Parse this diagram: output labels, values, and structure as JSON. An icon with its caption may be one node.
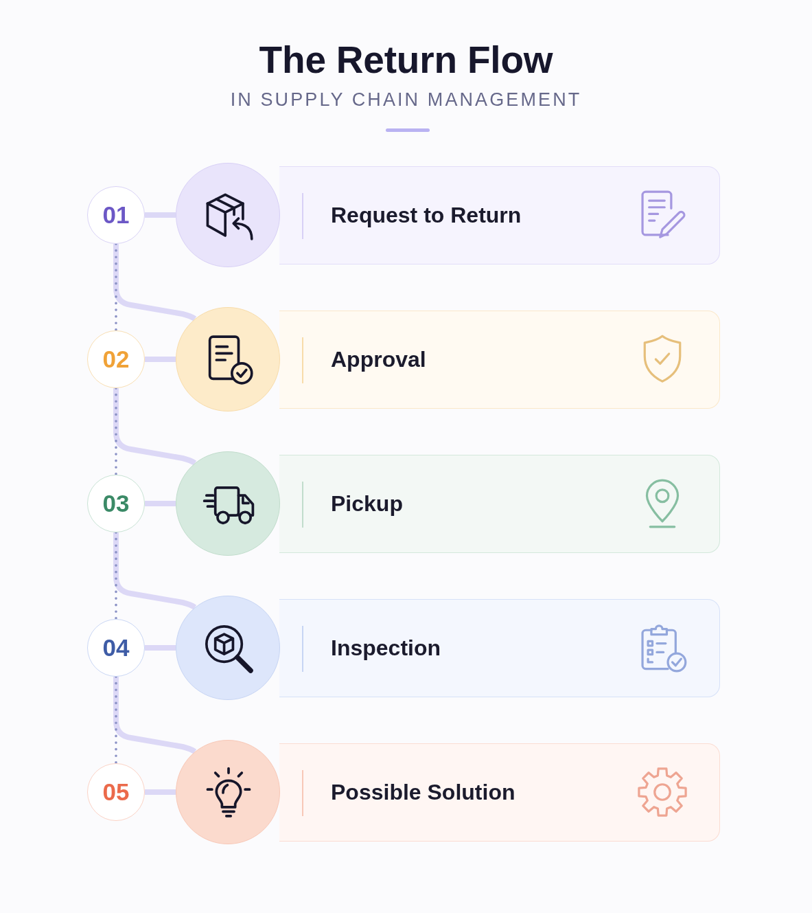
{
  "diagram": {
    "title": "The Return Flow",
    "nodes": [
      {
        "text": [
          "01"
        ]
      },
      {
        "text": [],
        "shape": "circle"
      },
      {
        "text": [
          "Request to Return"
        ]
      },
      {
        "text": [
          "02"
        ]
      },
      {
        "text": [],
        "shape": "circle"
      },
      {
        "text": [
          "Approval"
        ]
      },
      {
        "text": [
          "03"
        ]
      },
      {
        "text": [],
        "shape": "circle"
      },
      {
        "text": [
          "Pickup"
        ]
      },
      {
        "text": [
          "04"
        ]
      },
      {
        "text": [],
        "shape": "circle"
      },
      {
        "text": [
          "Inspection"
        ]
      },
      {
        "text": [
          "05"
        ]
      },
      {
        "text": [],
        "shape": "circle"
      },
      {
        "text": [
          "Possible Solution"
        ]
      }
    ],
    "edges": [
      {
        "from": 0,
        "to": 1,
        "arrow": "none"
      },
      {
        "from": 0,
        "to": 4,
        "arrow": "none"
      },
      {
        "from": 0,
        "to": 3,
        "arrow": "none",
        "style": "dashed",
        "color": "#8b92c6"
      },
      {
        "from": 3,
        "to": 4,
        "arrow": "none"
      },
      {
        "from": 3,
        "to": 7,
        "arrow": "none"
      },
      {
        "from": 3,
        "to": 6,
        "arrow": "none",
        "style": "dashed",
        "color": "#8b92c6"
      },
      {
        "from": 6,
        "to": 7,
        "arrow": "none"
      },
      {
        "from": 6,
        "to": 10,
        "arrow": "none"
      },
      {
        "from": 6,
        "to": 9,
        "arrow": "none",
        "style": "dashed",
        "color": "#8b92c6"
      },
      {
        "from": 9,
        "to": 10,
        "arrow": "none"
      },
      {
        "from": 9,
        "to": 13,
        "arrow": "none"
      },
      {
        "from": 9,
        "to": 12,
        "arrow": "none",
        "style": "dashed",
        "color": "#8b92c6"
      },
      {
        "from": 12,
        "to": 13,
        "arrow": "none"
      }
    ],
    "labels": [
      "IN SUPPLY CHAIN MANAGEMENT"
    ]
  }
}
